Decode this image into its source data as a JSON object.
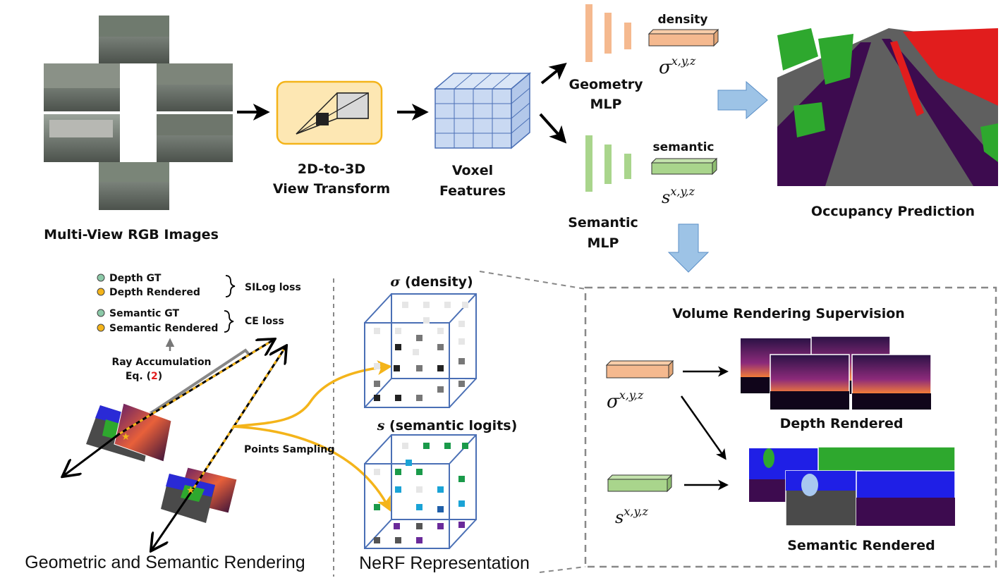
{
  "top": {
    "multiview_label": "Multi-View RGB Images",
    "view_transform_line1": "2D-to-3D",
    "view_transform_line2": "View Transform",
    "voxel_line1": "Voxel",
    "voxel_line2": "Features",
    "geometry_mlp_line1": "Geometry",
    "geometry_mlp_line2": "MLP",
    "semantic_mlp_line1": "Semantic",
    "semantic_mlp_line2": "MLP",
    "density_label": "density",
    "semantic_label": "semantic",
    "sigma_base": "σ",
    "s_base": "s",
    "xyz_superscript": "x,y,z",
    "occupancy_label": "Occupancy Prediction"
  },
  "legend": {
    "depth_gt": "Depth GT",
    "depth_rendered": "Depth Rendered",
    "silog_loss": "SILog loss",
    "semantic_gt": "Semantic GT",
    "semantic_rendered": "Semantic Rendered",
    "ce_loss": "CE loss",
    "ray_accumulation_line1": "Ray Accumulation",
    "ray_accumulation_line2_prefix": "Eq. (",
    "ray_accumulation_eq_num": "2",
    "ray_accumulation_line2_suffix": ")",
    "points_sampling": "Points Sampling",
    "gt_dot_color": "#8cc9a8",
    "rendered_dot_color": "#f4b41a"
  },
  "bottom": {
    "rendering_caption": "Geometric and Semantic Rendering",
    "nerf_caption": "NeRF Representation",
    "density_title_sym": "σ",
    "density_title_rest": " (density)",
    "semantic_title_sym": "s",
    "semantic_title_rest": " (semantic logits)"
  },
  "supervision": {
    "title": "Volume Rendering Supervision",
    "depth_rendered": "Depth Rendered",
    "semantic_rendered": "Semantic Rendered"
  },
  "colors": {
    "density_bar": "#f5b98f",
    "semantic_bar": "#a9d58c",
    "flow_arrow": "#9dc3e6",
    "accent_yellow": "#f4b41a",
    "cube_blue": "#4a6fb5",
    "view_transform_fill": "#fde7b3",
    "road_purple": "#3d0b4f",
    "vegetation_green": "#2ea82e",
    "car_red": "#e11d1d",
    "sky_blue": "#1f1fe6"
  }
}
